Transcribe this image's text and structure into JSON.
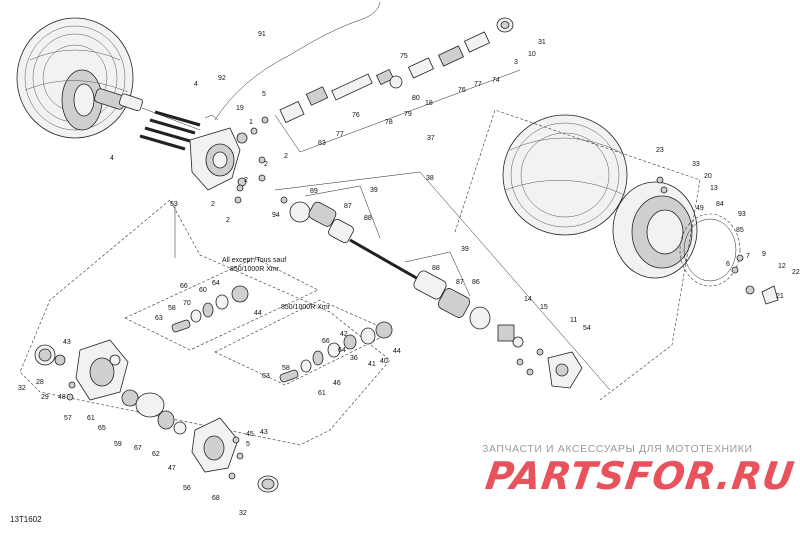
{
  "diagram": {
    "code": "13T1602",
    "variant_note_1": "All except /Tous sauf",
    "variant_note_2": "850/1000R Xmr",
    "variant_note_3": "850/1000R Xmr",
    "labels_top": [
      "91",
      "92",
      "4",
      "5",
      "19",
      "1",
      "4",
      "83",
      "77",
      "76",
      "78",
      "37",
      "75",
      "18",
      "80",
      "79",
      "76",
      "77",
      "74",
      "3",
      "10",
      "31",
      "2",
      "2",
      "2",
      "53",
      "2",
      "2",
      "94"
    ],
    "labels_mid": [
      "38",
      "39",
      "89",
      "87",
      "88",
      "39",
      "88",
      "87",
      "86",
      "14",
      "15",
      "11",
      "54",
      "23",
      "33",
      "20",
      "13",
      "84",
      "93",
      "49",
      "85",
      "7",
      "6",
      "9",
      "12",
      "22",
      "21"
    ],
    "labels_inset": [
      "66",
      "60",
      "64",
      "70",
      "58",
      "63",
      "44",
      "66",
      "42",
      "64",
      "36",
      "40",
      "41",
      "44",
      "58",
      "63",
      "46",
      "61",
      "43",
      "32",
      "28",
      "29",
      "48",
      "57",
      "61",
      "65",
      "59",
      "62",
      "67",
      "45",
      "43",
      "47",
      "56",
      "68",
      "32",
      "5"
    ]
  },
  "watermark": {
    "line1": "ЗАПЧАСТИ И АКСЕССУАРЫ ДЛЯ МОТОТЕХНИКИ",
    "logo": "PARTSFOR.RU"
  },
  "colors": {
    "watermark_red": "#e8525c",
    "watermark_gray": "#9a9a9a",
    "line": "#222222"
  }
}
